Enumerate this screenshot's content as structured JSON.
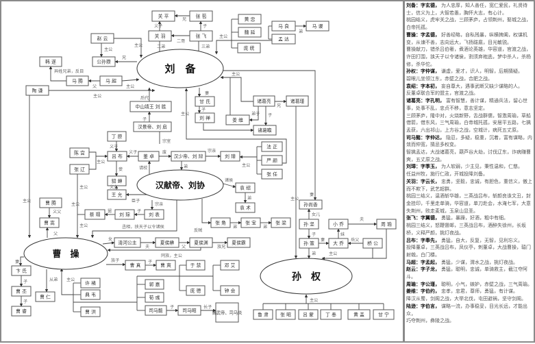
{
  "nodes": {
    "guanping": "关 平",
    "zhangbao": "张 苞",
    "guanyu": "关 羽",
    "zhangfei": "张 飞",
    "zhaoyun": "赵 云",
    "gongsunzan": "公孙瓒",
    "hansui": "韩 遂",
    "mateng": "马 腾",
    "machao": "马 超",
    "taoqian": "陶 谦",
    "huangzhong": "黄 忠",
    "weiyan": "魏 延",
    "pangtong": "庞 统",
    "maliang": "马 良",
    "mengda": "孟 达",
    "masu": "马 谡",
    "liusheng": "中山靖王 刘 胜",
    "liuqi": "汉景帝、刘 启",
    "ganshi": "甘 氏",
    "liushan": "刘 禅",
    "zhugeliang": "诸葛亮",
    "zhugejin": "诸葛瑾",
    "jiangwei": "姜 维",
    "zhugezhan": "诸葛瞻",
    "fazheng": "法 正",
    "yanyan": "严 颜",
    "zhangren": "张 任",
    "liuzhang": "刘 璋",
    "liubian": "汉少帝、刘 辩",
    "dongzhuo": "董 卓",
    "lvbu": "吕 布",
    "dingyuan": "丁 原",
    "chengong": "陈 宫",
    "zhangliao": "张 辽",
    "diaochan": "貂 蝉",
    "wangyun": "王 允",
    "yuanshao": "袁 绍",
    "yuanshu": "袁 术",
    "zhangjiao": "张 角",
    "zhangbao2": "张 宝",
    "zhangliang": "张 梁",
    "liubiao": "刘 表",
    "liucong": "刘 琮",
    "caimao": "蔡 瑁",
    "caoteng": "曹 腾",
    "caosong": "曹 嵩",
    "qinghe": "清河公主",
    "xiahoumao": "夏侯楙",
    "xiahouyuan": "夏侯渊",
    "xiahouba": "夏侯霸",
    "caozhen": "曹 真",
    "caoshuang": "曹 爽",
    "yujin": "于 禁",
    "pangde": "庞 德",
    "dengai": "邓 艾",
    "zhonghui": "钟 会",
    "bianshi": "卞 氏",
    "caopi": "曹 丕",
    "caorui": "曹 睿",
    "caoren": "曹 仁",
    "xuchu": "许 褚",
    "dianwei": "典 韦",
    "caohong": "曹 洪",
    "guojia": "郭 嘉",
    "xunyu": "荀 彧",
    "simayi": "司马懿",
    "simazhao": "司马昭",
    "simayan": "晋武帝、司马炎",
    "sunshangxiang": "孙尚香",
    "sunjian": "孙 坚",
    "sunce": "孙 策",
    "xiaoqiao": "小 乔",
    "daqiao": "大 乔",
    "zhouyu": "周 瑜",
    "qiaogong": "桥 公",
    "lusu": "鲁 肃",
    "zhangzhao": "张 昭",
    "lvmeng": "吕 蒙",
    "dingfeng": "丁 奉",
    "huanggai": "黄 盖",
    "ganning": "甘 宁"
  },
  "ellipses": {
    "liubei": "刘　备",
    "xiandi": "汉献帝、刘协",
    "caocao": "曹　操",
    "sunquan": "孙　权"
  },
  "labels": {
    "a1": "兄",
    "a2": "义子",
    "a3": "子",
    "a4": "二哥",
    "a5": "二弟",
    "a6": "三弟",
    "a7": "主公",
    "a8": "主公",
    "a9": "兄",
    "a10": "主公",
    "a11": "父",
    "a12": "异姓兄弟，反目",
    "a13": "主公",
    "a14": "主公",
    "a15": "主公",
    "a16": "弟",
    "a17": "后代",
    "a18": "子",
    "a19": "宗室",
    "a20": "妻",
    "a21": "妻",
    "a22": "子",
    "a23": "主公",
    "a24": "兄",
    "a25": "弟子",
    "a26": "子",
    "a27": "主公",
    "a28": "主公",
    "a29": "主公",
    "a30": "宗亲",
    "a31": "废",
    "a32": "弟",
    "a33": "义子",
    "a34": "义子",
    "a35": "妾",
    "a36": "义女",
    "a37": "主公",
    "a38": "主公",
    "a39": "请校",
    "a40": "臣子",
    "a41": "宗亲",
    "a42": "子",
    "a43": "舅",
    "a44": "丞相，挟天子以令诸侯",
    "a45": "诸侯",
    "a46": "弟",
    "a47": "反贼",
    "a48": "弟",
    "a49": "弟",
    "a50": "义父",
    "a51": "父",
    "a52": "女",
    "a53": "夫",
    "a54": "父",
    "a55": "族兄",
    "a56": "同族，主公",
    "a57": "族子",
    "a58": "子",
    "a59": "妻",
    "a60": "子",
    "a61": "子",
    "a62": "从弟",
    "a63": "主公",
    "a64": "子",
    "a65": "长子",
    "a66": "女儿",
    "a67": "子",
    "a68": "弟",
    "a69": "妻",
    "a70": "妹",
    "a71": "夫",
    "a72": "岳父",
    "a73": "主公",
    "a74": "主公",
    "a75": "主公",
    "a76": "主公"
  },
  "profiles": [
    {
      "name": "刘备：",
      "zi": "字玄德，",
      "traits": "为人忠厚，知人善任，宽仁爱民，礼贤待士，信义为上，大智若愚，胸怀大志，有心计。",
      "events": "桃园结义，虎牢关之战，三顾茅庐，占领荆州，娶城之战，白帝托孤。"
    },
    {
      "name": "曹操：",
      "zi": "字孟德，",
      "traits": "好善经略，自私残暴，纵横捭阖，权谋机变，从谏不善，志向远大，飞扬跋扈，目光敏锐。",
      "events": "曹操献刀，错杀吕伯奢，煮酒论英雄，华容道，官渡之战，许田打围，挟天子以令诸侯，割须弃袍逃，梦中杀人，杀杨修，杀华佗。"
    },
    {
      "name": "孙权：",
      "zi": "字仲谋，",
      "traits": "谦虚，爱才，识人，明智，后期猜疑。",
      "events": "碧眼儿坐领江东，赤壁之战，合肥之战。"
    },
    {
      "name": "袁绍：",
      "zi": "字本初，",
      "traits": "妄自尊大，遇事武断又缺少谋略的人。",
      "events": "反董卓联合军的盟主，官渡之战。"
    },
    {
      "name": "诸葛亮：",
      "zi": "字孔明，",
      "traits": "富有智慧，善计谋，精通兵法，留心世事，处事不乱，忠贞不移，意志坚定。",
      "events": "三顾茅庐，隆中对，火烧新野，舌战群儒，智激周瑜，草船借箭，借东风，三气周瑜，白帝城托孤，安居平五路，七擒孟获，六出祁山，上方谷之战，空城计，病死五丈原。"
    },
    {
      "name": "司马懿：",
      "zi": "字仲达，",
      "traits": "隐忍，多疑，稳重，沉着，富有谋略，内敛而仲宽，猜忌多权变。",
      "events": "智擒孟达，大战诸葛亮，葫芦谷大劫，讨伐辽东，诈病赚曹爽，五丈原之战。"
    },
    {
      "name": "刘璋：",
      "zi": "字季玉，",
      "traits": "为人软弱，少主见，秉性温和，仁慈。",
      "events": "任益州牧，施行仁政，开城投降刘备。"
    },
    {
      "name": "关羽：",
      "zi": "字云长，",
      "traits": "忠勇，坚毅，忠诚，有胆色，重信义，傲上而不欺下，武艺超群。",
      "events": "桃园三结义，温酒斩华雄，三英战吕布，斩颜良诛文丑，封金挂印，千里走单骑，华容道，单刀赴会，水淹七军，大意失荆州，败走麦城，玉泉山显圣。"
    },
    {
      "name": "张飞：",
      "zi": "字翼德，",
      "traits": "勇猛，暴躁，好酒，粗中有细。",
      "events": "桃园三结义，怒鞭督邮，三英战吕布，酒醉失徐州，长坂桥，义释严颜，挑灯夜战。"
    },
    {
      "name": "吕布：",
      "zi": "字奉先，",
      "traits": "勇猛，自大，反复，无智，见利忘义。",
      "events": "投降董卓，三英战吕布，凤仪亭，刺董卓，大战曹操，辕门射戟，白门楼。"
    },
    {
      "name": "马超：",
      "zi": "字孟起，",
      "traits": "勇猛，少谋，渭水之战，挑灯夜战。",
      "events": ""
    },
    {
      "name": "赵云：",
      "zi": "字子龙，",
      "traits": "勇猛，聪明，忠诚，单骑救主，截江夺阿斗。",
      "events": ""
    },
    {
      "name": "周瑜：",
      "zi": "字公瑾，",
      "traits": "聪明，小气，嫉妒，赤壁之战，三气周瑜。",
      "events": ""
    },
    {
      "name": "姜维：",
      "zi": "字伯约，",
      "traits": "忠孝，忠君，尊师，勇猛，有计谋。",
      "events": "降汉从蜀，剑阁之战，大举北伐，屯田避祸，坚守剑阁。"
    },
    {
      "name": "陆逊：",
      "zi": "字伯言，",
      "traits": "谋略一流，办事稳妥，目光长远，才能出众，",
      "events": "巧夺荆州，彝陵之战。"
    }
  ]
}
